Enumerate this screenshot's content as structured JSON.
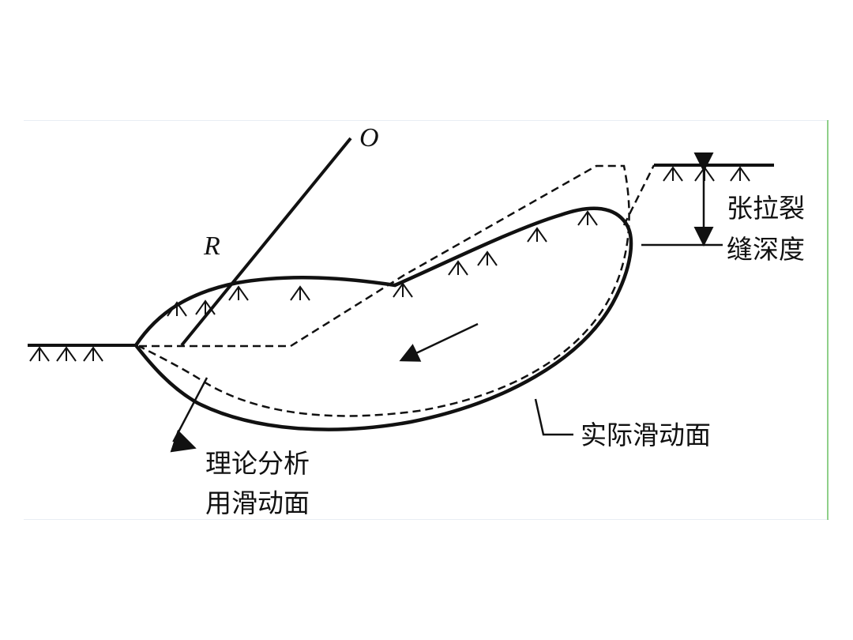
{
  "labels": {
    "center": "O",
    "radius": "R",
    "crack_depth_line1": "张拉裂",
    "crack_depth_line2": "缝深度",
    "actual_slip_surface": "实际滑动面",
    "theory_line1": "理论分析",
    "theory_line2": "用滑动面"
  },
  "colors": {
    "ink": "#111111",
    "frame_edge": "#e8eef4",
    "right_edge": "#8fd08a"
  }
}
